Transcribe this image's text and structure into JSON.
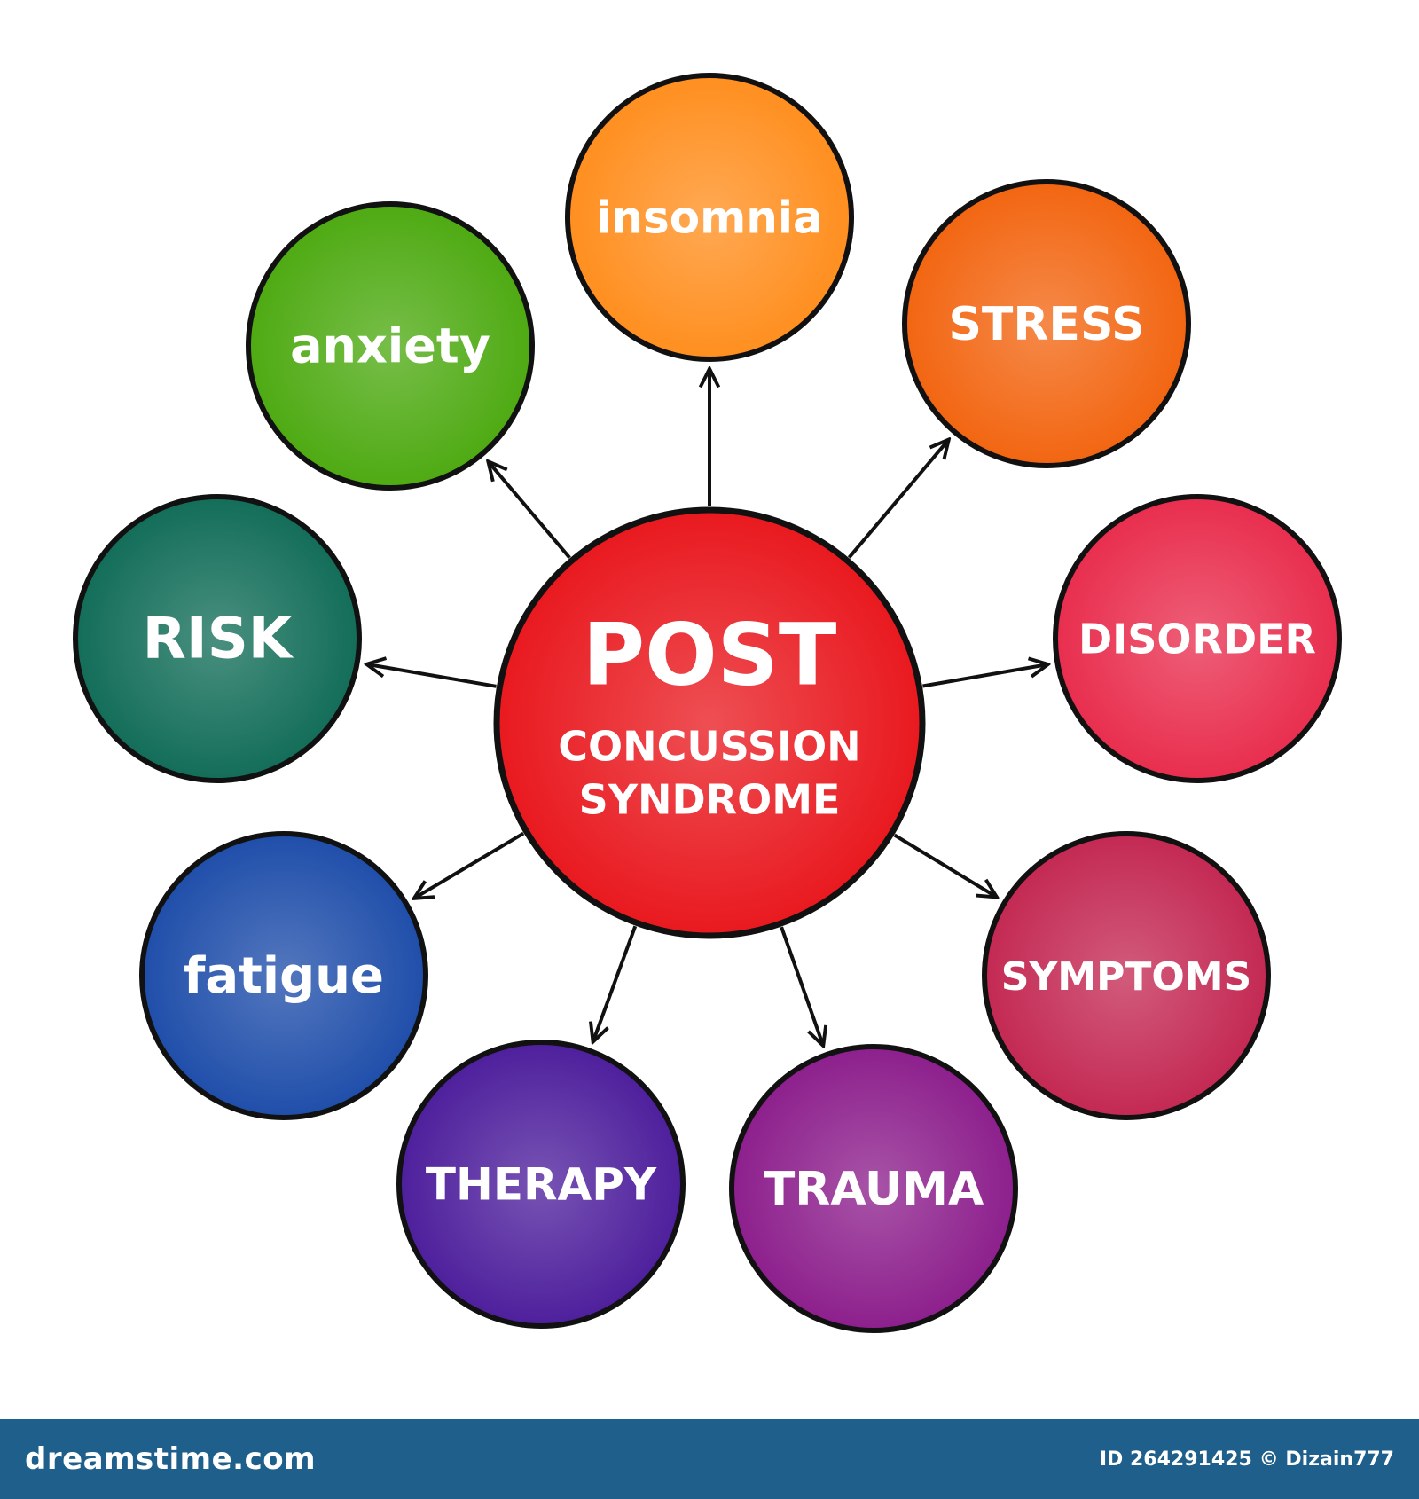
{
  "center": {
    "line1": "POST",
    "line2": "CONCUSSION",
    "line3": "SYNDROME",
    "color": "#e8141a"
  },
  "nodes": [
    {
      "id": "insomnia",
      "label": "insomnia",
      "color": "#ff8c1a"
    },
    {
      "id": "stress",
      "label": "STRESS",
      "color": "#f2620c"
    },
    {
      "id": "disorder",
      "label": "DISORDER",
      "color": "#e8294a"
    },
    {
      "id": "symptoms",
      "label": "SYMPTOMS",
      "color": "#c2244f"
    },
    {
      "id": "trauma",
      "label": "TRAUMA",
      "color": "#8a1a8a"
    },
    {
      "id": "therapy",
      "label": "THERAPY",
      "color": "#4a1a9a"
    },
    {
      "id": "fatigue",
      "label": "fatigue",
      "color": "#1a4aa8"
    },
    {
      "id": "risk",
      "label": "RISK",
      "color": "#0d6a55"
    },
    {
      "id": "anxiety",
      "label": "anxiety",
      "color": "#4aa80d"
    }
  ],
  "footer": {
    "brand": "dreamstime.com",
    "id_text": "ID 264291425",
    "credit": "© Dizain777"
  }
}
